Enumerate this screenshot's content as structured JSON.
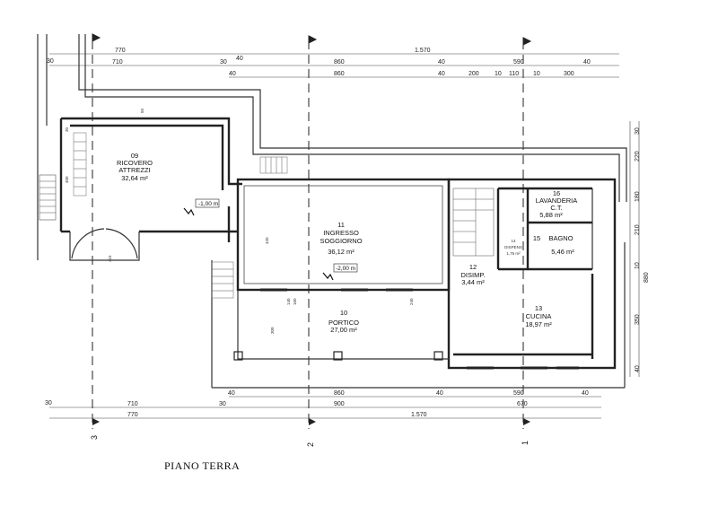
{
  "drawing_title": "PIANO TERRA",
  "axes": [
    "3",
    "2",
    "1"
  ],
  "top_dims": {
    "row1": [
      "770",
      "40",
      "1.570"
    ],
    "row2": [
      "30",
      "710",
      "30",
      "860",
      "40",
      "590",
      "40"
    ],
    "row3": [
      "40",
      "860",
      "40",
      "200",
      "10",
      "110",
      "10",
      "300"
    ]
  },
  "bottom_dims": {
    "row1": [
      "40",
      "860",
      "40",
      "590",
      "40"
    ],
    "row2": [
      "30",
      "710",
      "30",
      "900",
      "670"
    ],
    "row3": [
      "770",
      "1.570"
    ]
  },
  "right_dims": [
    "30",
    "220",
    "180",
    "210",
    "10",
    "880",
    "350",
    "40"
  ],
  "rooms": [
    {
      "num": "09",
      "name1": "RICOVERO",
      "name2": "ATTREZZI",
      "area": "32,64 m²"
    },
    {
      "num": "11",
      "name1": "INGRESSO",
      "name2": "SOGGIORNO",
      "area": "36,12 m²"
    },
    {
      "num": "10",
      "name1": "PORTICO",
      "area": "27,00 m²"
    },
    {
      "num": "16",
      "name1": "LAVANDERIA",
      "name2": "C.T.",
      "area": "5,88 m²"
    },
    {
      "num": "15",
      "name1": "BAGNO",
      "area": "5,46 m²"
    },
    {
      "num": "12",
      "name1": "DISIMP.",
      "area": "3,44 m²"
    },
    {
      "num": "14",
      "name1": "DISPENS",
      "area": "1,76 m²"
    },
    {
      "num": "13",
      "name1": "CUCINA",
      "area": "18,97 m²"
    }
  ],
  "levels": [
    "-1,00 m",
    "-2,00 m"
  ],
  "inner_dims": [
    "420",
    "300",
    "140",
    "160",
    "240",
    "400",
    "415",
    "30",
    "50"
  ]
}
